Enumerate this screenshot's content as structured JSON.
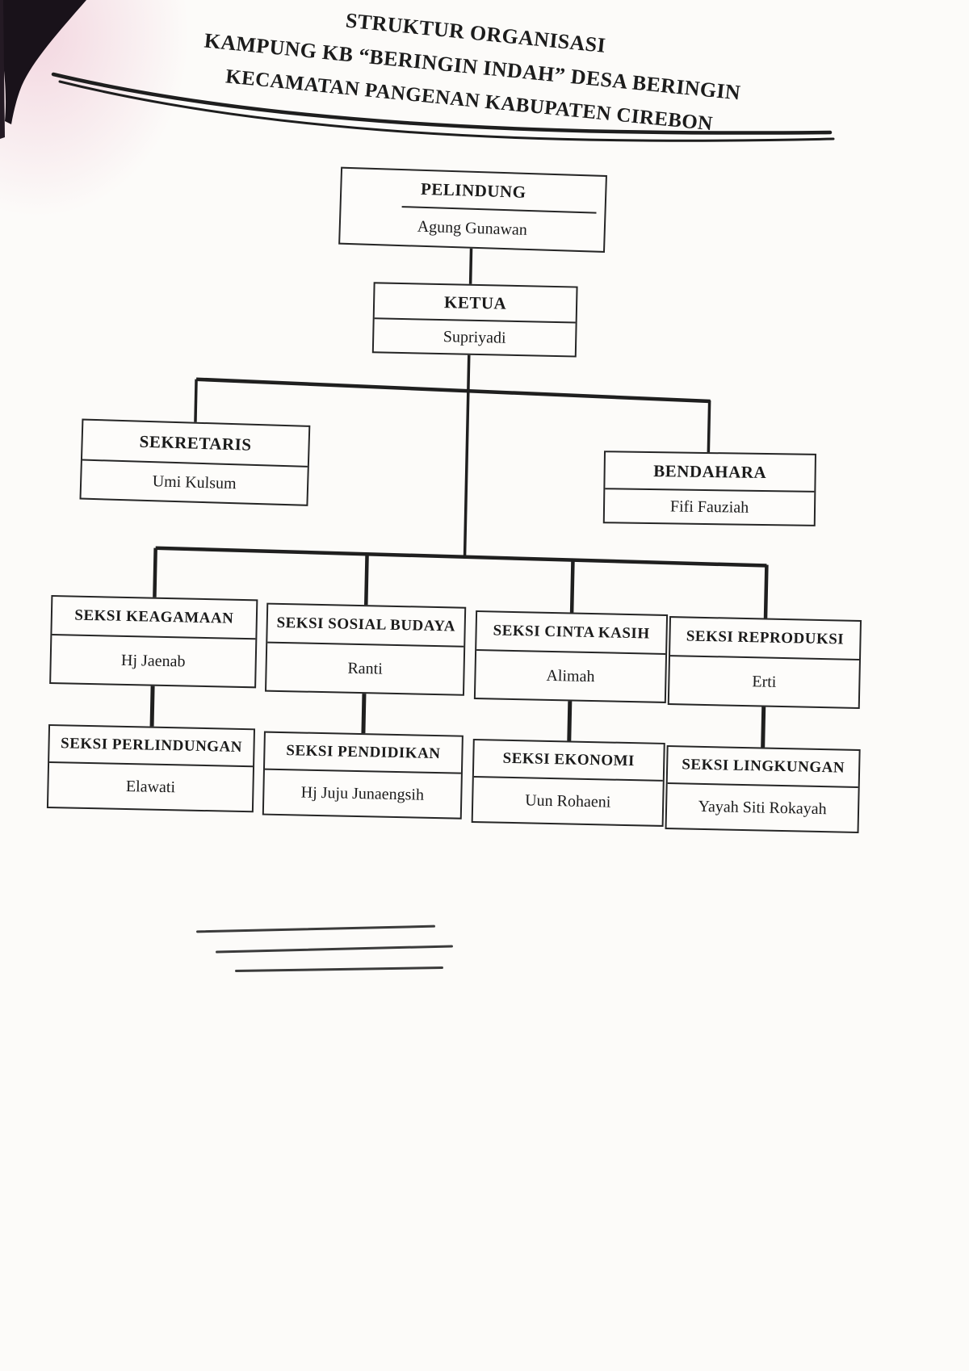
{
  "title": {
    "line1": "STRUKTUR ORGANISASI",
    "line2": "KAMPUNG KB  “BERINGIN INDAH”  DESA BERINGIN",
    "line3": "KECAMATAN PANGENAN KABUPATEN CIREBON"
  },
  "nodes": {
    "pelindung": {
      "title": "PELINDUNG",
      "name": "Agung Gunawan"
    },
    "ketua": {
      "title": "KETUA",
      "name": "Supriyadi"
    },
    "sekretaris": {
      "title": "SEKRETARIS",
      "name": "Umi Kulsum"
    },
    "bendahara": {
      "title": "BENDAHARA",
      "name": "Fifi Fauziah"
    },
    "keagamaan": {
      "title": "SEKSI KEAGAMAAN",
      "name": "Hj Jaenab"
    },
    "sosial": {
      "title": "SEKSI SOSIAL BUDAYA",
      "name": "Ranti"
    },
    "cinta": {
      "title": "SEKSI CINTA KASIH",
      "name": "Alimah"
    },
    "reproduksi": {
      "title": "SEKSI REPRODUKSI",
      "name": "Erti"
    },
    "perlindungan": {
      "title": "SEKSI PERLINDUNGAN",
      "name": "Elawati"
    },
    "pendidikan": {
      "title": "SEKSI PENDIDIKAN",
      "name": "Hj Juju Junaengsih"
    },
    "ekonomi": {
      "title": "SEKSI EKONOMI",
      "name": "Uun Rohaeni"
    },
    "lingkungan": {
      "title": "SEKSI LINGKUNGAN",
      "name": "Yayah Siti Rokayah"
    }
  },
  "colors": {
    "ink": "#1f1f1f",
    "paper": "#fcfbf9"
  }
}
